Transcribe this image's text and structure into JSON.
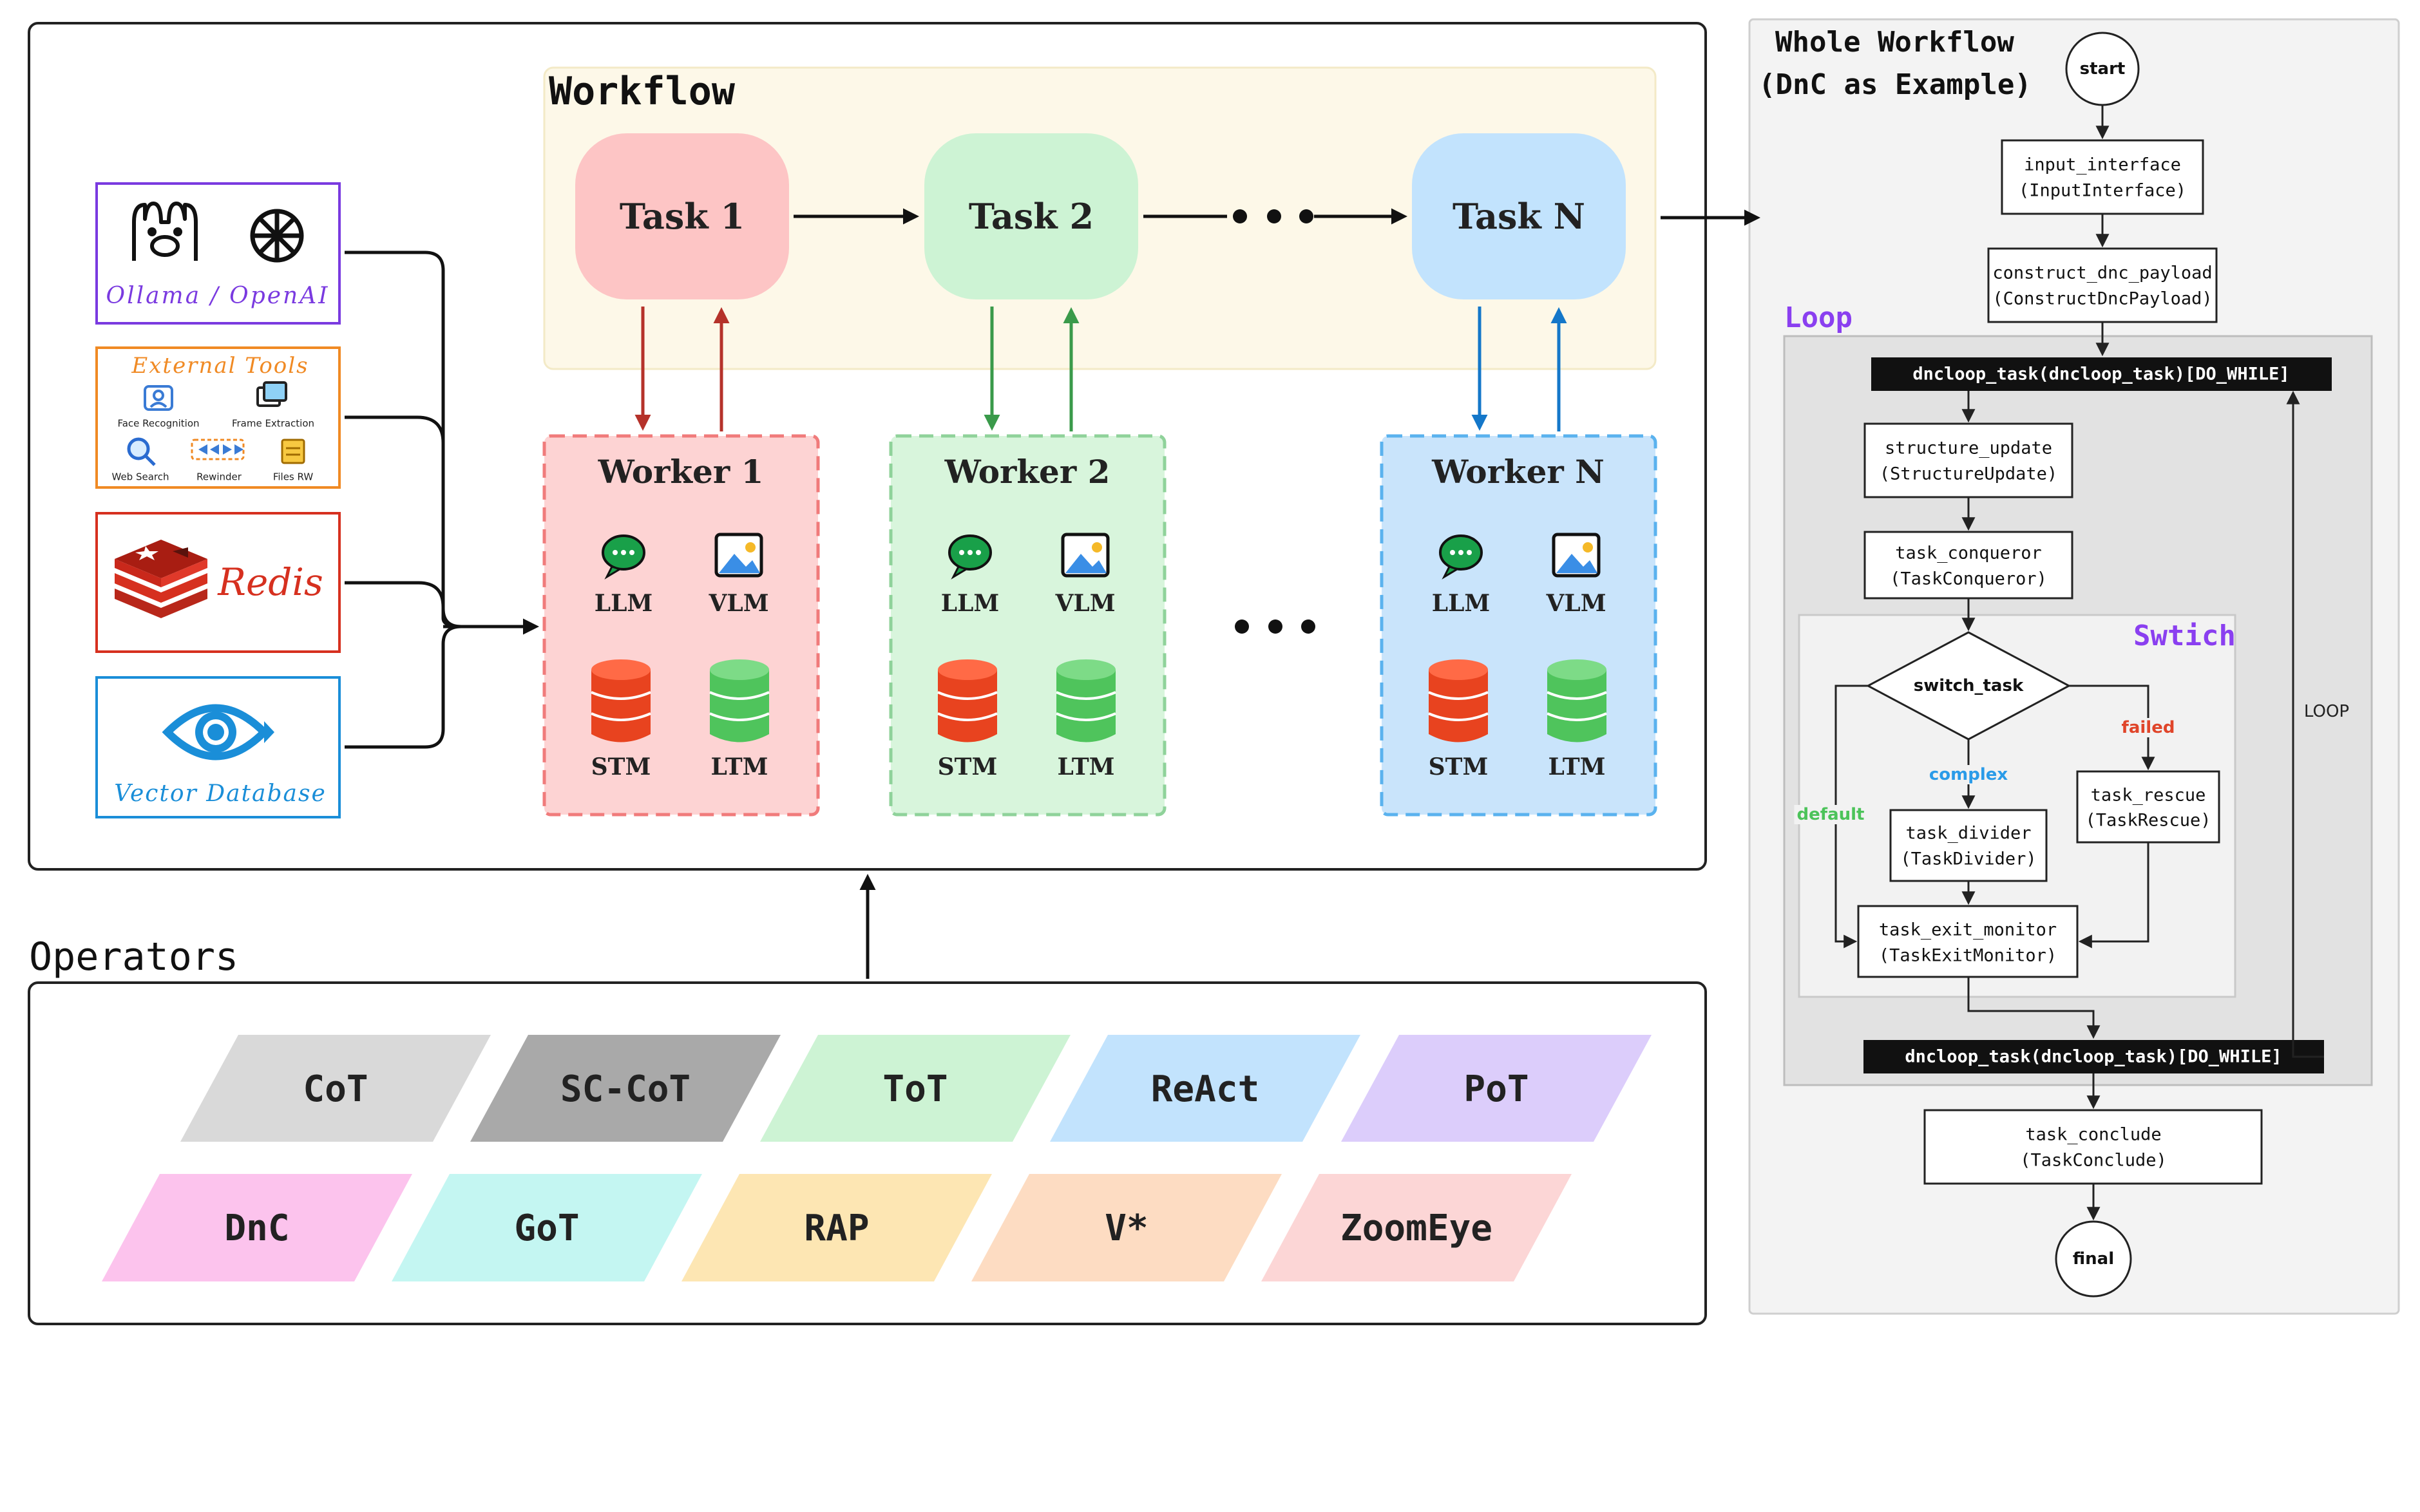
{
  "workflow": {
    "title": "Workflow",
    "tasks": [
      {
        "label": "Task 1",
        "fill": "#fdc5c5"
      },
      {
        "label": "Task 2",
        "fill": "#cdf3d4"
      },
      {
        "label": "Task N",
        "fill": "#c2e3fd"
      }
    ],
    "workers": [
      {
        "label": "Worker 1",
        "fill": "#fdd3d3",
        "border": "#f07b7b",
        "arrow": "#b5322a",
        "items": [
          "LLM",
          "VLM",
          "STM",
          "LTM"
        ]
      },
      {
        "label": "Worker 2",
        "fill": "#d8f5dc",
        "border": "#8fd29a",
        "arrow": "#3a9a4a",
        "items": [
          "LLM",
          "VLM",
          "STM",
          "LTM"
        ]
      },
      {
        "label": "Worker N",
        "fill": "#c9e4fb",
        "border": "#5ab2ee",
        "arrow": "#1477c9",
        "items": [
          "LLM",
          "VLM",
          "STM",
          "LTM"
        ]
      }
    ]
  },
  "sources": [
    {
      "label": "Ollama / OpenAI",
      "color": "#7a3ae0",
      "icons": [
        "llama-icon",
        "openai-icon"
      ]
    },
    {
      "label": "External Tools",
      "color": "#f08a24",
      "tools": [
        "Face Recognition",
        "Frame Extraction",
        "Web Search",
        "Rewinder",
        "Files RW"
      ]
    },
    {
      "label": "Redis",
      "color": "#d6301f"
    },
    {
      "label": "Vector Database",
      "color": "#1a8ed8"
    }
  ],
  "operators": {
    "title": "Operators",
    "items": [
      {
        "label": "CoT",
        "fill": "#d9d9d9"
      },
      {
        "label": "SC-CoT",
        "fill": "#a9a9a9"
      },
      {
        "label": "ToT",
        "fill": "#cdf3d4"
      },
      {
        "label": "ReAct",
        "fill": "#c2e3fd"
      },
      {
        "label": "PoT",
        "fill": "#dccdfb"
      },
      {
        "label": "DnC",
        "fill": "#fcc3ed"
      },
      {
        "label": "GoT",
        "fill": "#c4f6f2"
      },
      {
        "label": "RAP",
        "fill": "#fde6b3"
      },
      {
        "label": "V*",
        "fill": "#fddcc2"
      },
      {
        "label": "ZoomEye",
        "fill": "#fcd6d6"
      }
    ]
  },
  "flowchart": {
    "title_line1": "Whole Workflow",
    "title_line2": "(DnC as Example)",
    "loop_label": "Loop",
    "switch_label": "Swtich",
    "loop_edge": "LOOP",
    "start": "start",
    "final": "final",
    "nodes": {
      "input_interface": [
        "input_interface",
        "(InputInterface)"
      ],
      "construct": [
        "construct_dnc_payload",
        "(ConstructDncPayload)"
      ],
      "dncloop_top": "dncloop_task(dncloop_task)[DO_WHILE]",
      "structure_update": [
        "structure_update",
        "(StructureUpdate)"
      ],
      "task_conqueror": [
        "task_conqueror",
        "(TaskConqueror)"
      ],
      "switch_task": "switch_task",
      "task_divider": [
        "task_divider",
        "(TaskDivider)"
      ],
      "task_rescue": [
        "task_rescue",
        "(TaskRescue)"
      ],
      "task_exit_monitor": [
        "task_exit_monitor",
        "(TaskExitMonitor)"
      ],
      "dncloop_bottom": "dncloop_task(dncloop_task)[DO_WHILE]",
      "task_conclude": [
        "task_conclude",
        "(TaskConclude)"
      ]
    },
    "edges": {
      "complex": "complex",
      "failed": "failed",
      "default": "default"
    },
    "edge_colors": {
      "complex": "#2a9be8",
      "failed": "#e0452a",
      "default": "#4cc35a"
    },
    "accent": "#8a3ff0"
  }
}
